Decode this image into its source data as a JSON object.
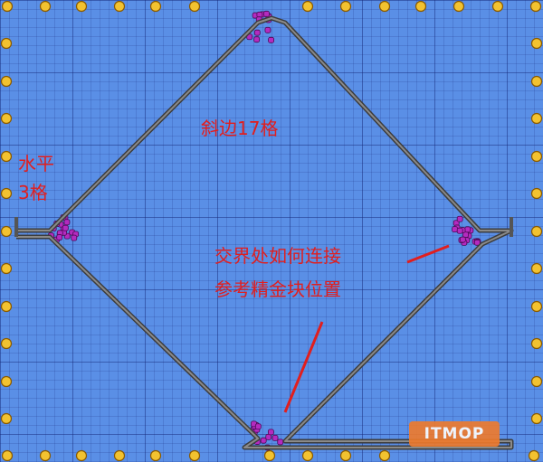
{
  "labels": {
    "hypotenuse": "斜边17格",
    "horizontal_line1": "水平",
    "horizontal_line2": "3格",
    "note_line1": "交界处如何连接",
    "note_line2": "参考精金块位置"
  },
  "watermark": {
    "text": "ITMOP"
  },
  "colors": {
    "background": "#5a8fe6",
    "track": "#5a5a5a",
    "label_red": "#e11e1e",
    "gold_border_coin": "#f2c230",
    "adamantite_block": "#b42bbf",
    "watermark_orange": "#f07a2b"
  },
  "icons": {
    "border_marker": "gold-coin-icon",
    "ore_block": "adamantite-ore-icon"
  }
}
